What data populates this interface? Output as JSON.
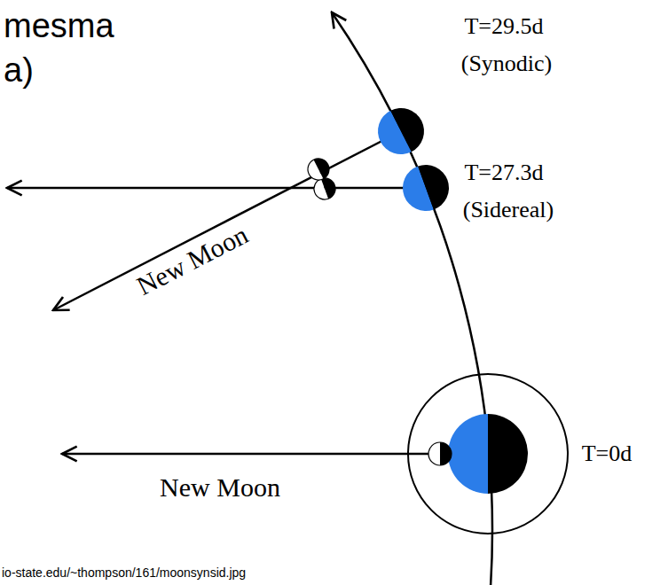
{
  "diagram": {
    "labels": [
      "mesma",
      "a)",
      "T=29.5d",
      "(Synodic)",
      "T=27.3d",
      "(Sidereal)",
      "New Moon",
      "T=0d",
      "New Moon",
      "io-state.edu/~thompson/161/moonsynsid.jpg"
    ]
  }
}
